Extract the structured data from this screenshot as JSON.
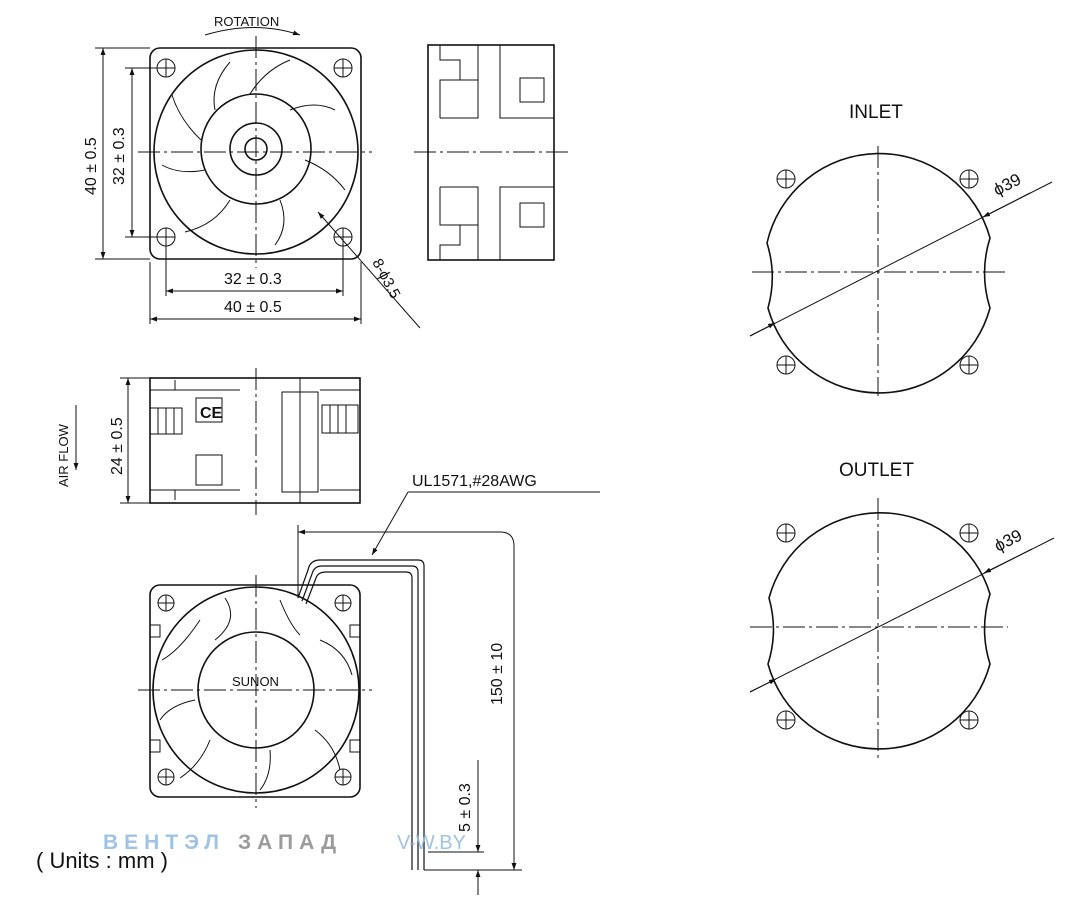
{
  "front_view": {
    "rotation_label": "ROTATION",
    "dim_height": "40 ± 0.5",
    "dim_hole_height": "32 ± 0.3",
    "dim_hole_width": "32 ± 0.3",
    "dim_width": "40 ± 0.5",
    "dim_holes": "8-ϕ3.5"
  },
  "side_view": {
    "airflow_label": "AIR FLOW",
    "dim_depth": "24 ± 0.5"
  },
  "rear_view": {
    "wire_spec": "UL1571,#28AWG",
    "brand_label": "SUNON",
    "dim_lead_length": "150 ± 10",
    "dim_strip_length": "5 ± 0.3"
  },
  "inlet": {
    "title": "INLET",
    "diameter": "ϕ39"
  },
  "outlet": {
    "title": "OUTLET",
    "diameter": "ϕ39"
  },
  "units_note": "( Units : mm )",
  "watermark": {
    "brand_part1": "ВЕНТЭЛ",
    "brand_part2": "ЗАПАД",
    "site": "V-W.BY"
  }
}
